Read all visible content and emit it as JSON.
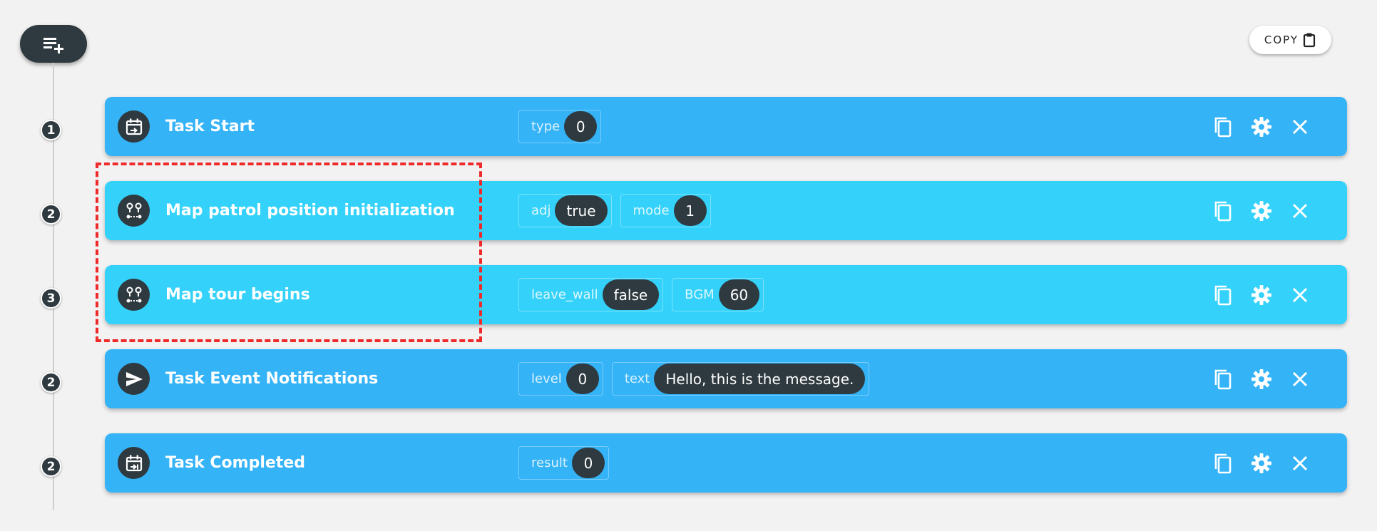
{
  "toolbar": {
    "copy_label": "COPY"
  },
  "tasks": [
    {
      "step": "1",
      "title": "Task Start",
      "icon": "calendar-start-icon",
      "color": "#34b3f7",
      "params": [
        {
          "key": "type",
          "value": "0"
        }
      ]
    },
    {
      "step": "2",
      "title": "Map patrol position initialization",
      "icon": "map-route-icon",
      "color": "#34d2fa",
      "params": [
        {
          "key": "adj",
          "value": "true"
        },
        {
          "key": "mode",
          "value": "1"
        }
      ]
    },
    {
      "step": "3",
      "title": "Map tour begins",
      "icon": "map-route-icon",
      "color": "#34d2fa",
      "params": [
        {
          "key": "leave_wall",
          "value": "false"
        },
        {
          "key": "BGM",
          "value": "60"
        }
      ]
    },
    {
      "step": "2",
      "title": "Task Event Notifications",
      "icon": "send-icon",
      "color": "#34b3f7",
      "params": [
        {
          "key": "level",
          "value": "0"
        },
        {
          "key": "text",
          "value": "Hello, this is the message."
        }
      ]
    },
    {
      "step": "2",
      "title": "Task Completed",
      "icon": "calendar-end-icon",
      "color": "#34b3f7",
      "params": [
        {
          "key": "result",
          "value": "0"
        }
      ]
    }
  ],
  "colors": {
    "accent_blue": "#34b3f7",
    "accent_cyan": "#34d2fa",
    "dark": "#2f3a40",
    "selection": "#ee2a2a"
  }
}
